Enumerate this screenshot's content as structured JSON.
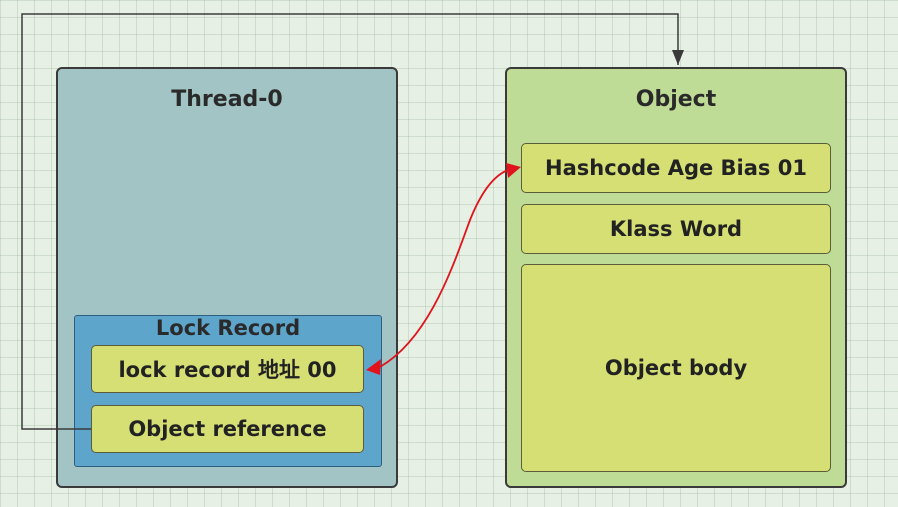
{
  "thread": {
    "title": "Thread-0"
  },
  "lock_record": {
    "title": "Lock Record",
    "address_field": "lock  record 地址 00",
    "object_reference_field": "Object reference"
  },
  "object": {
    "title": "Object",
    "mark_word_field": "Hashcode Age Bias 01",
    "klass_word_field": "Klass Word",
    "body_field": "Object body"
  },
  "colors": {
    "thread_fill": "#a3c4c4",
    "object_fill": "#bedc95",
    "lock_record_fill": "#5ea5cc",
    "field_fill": "#d6df74",
    "swap_arrow": "#e0141c",
    "reference_line": "#3a3a3a"
  }
}
